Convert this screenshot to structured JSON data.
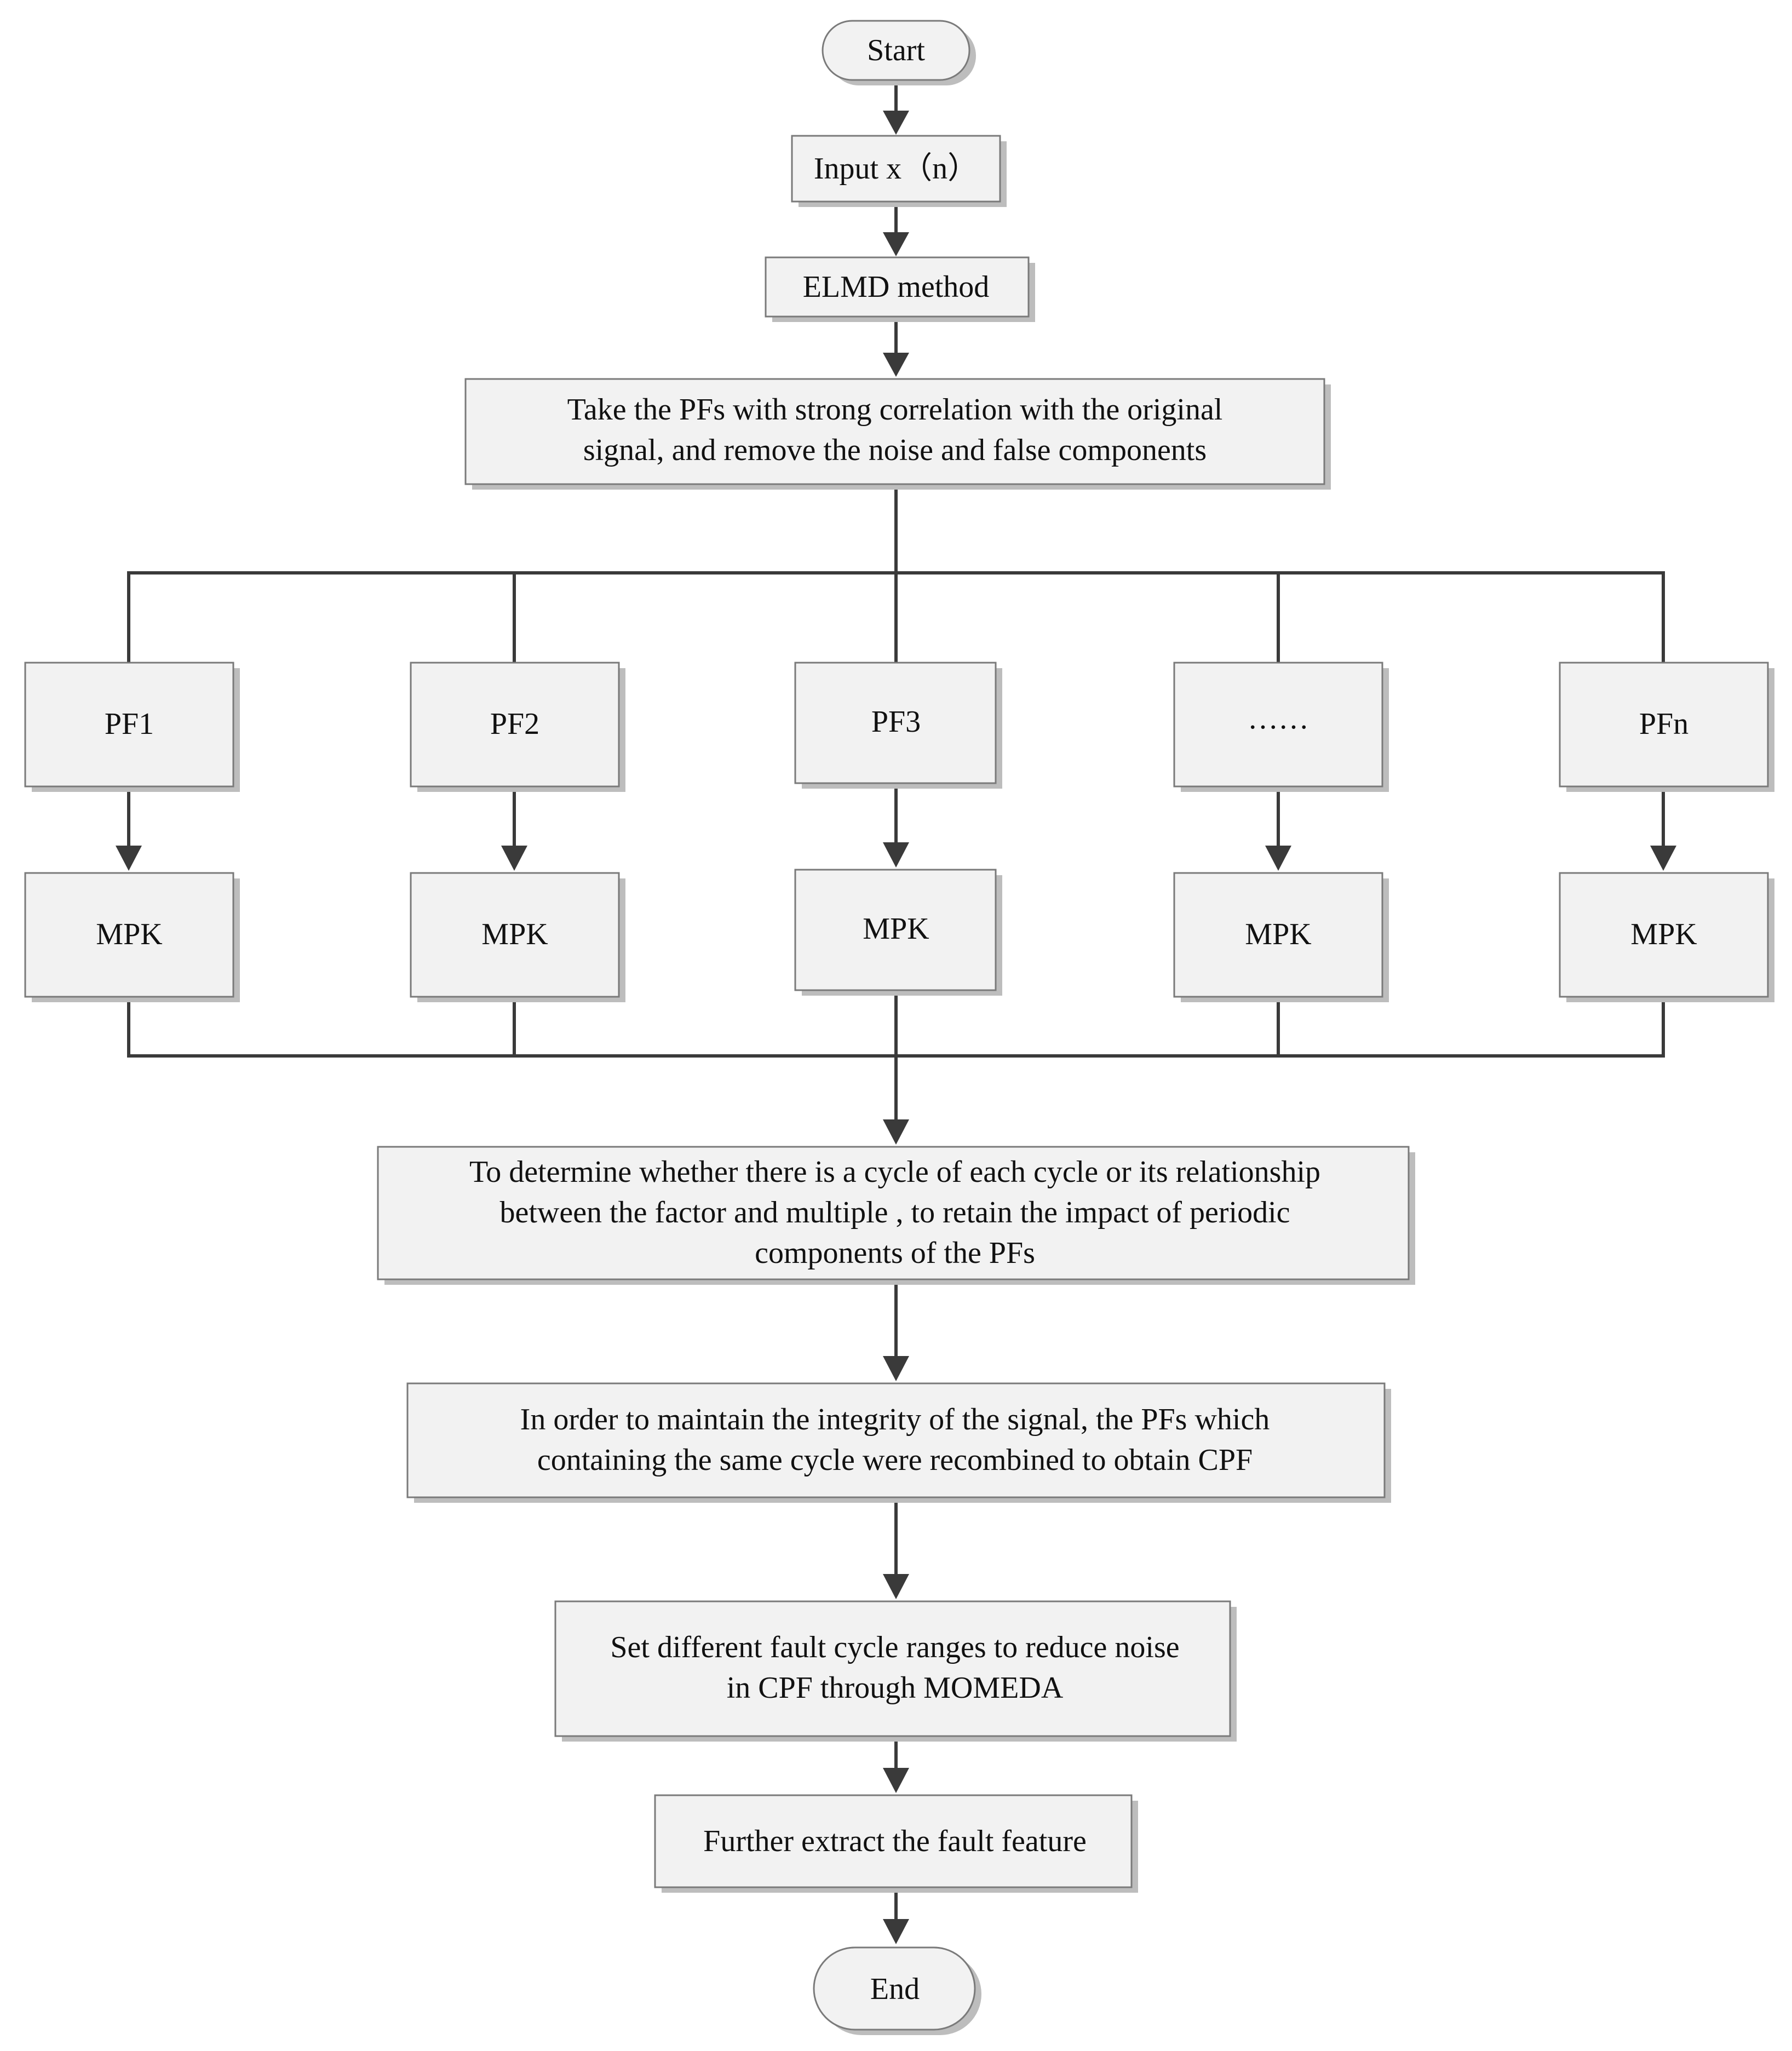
{
  "flowchart": {
    "start": "Start",
    "input": "Input x（n）",
    "elmd": "ELMD method",
    "select_pfs": [
      "Take the PFs with strong correlation with the original",
      "signal, and remove the noise and false components"
    ],
    "pf_branches": [
      {
        "pf": "PF1",
        "mpk": "MPK"
      },
      {
        "pf": "PF2",
        "mpk": "MPK"
      },
      {
        "pf": "PF3",
        "mpk": "MPK"
      },
      {
        "pf": "……",
        "mpk": "MPK"
      },
      {
        "pf": "PFn",
        "mpk": "MPK"
      }
    ],
    "determine_cycle": [
      "To determine whether there is a cycle of each cycle or its relationship",
      "between the factor and multiple , to retain the impact of periodic",
      "components of the PFs"
    ],
    "recombine": [
      "In order to maintain the integrity of the signal, the PFs which",
      "containing the same cycle were recombined to obtain CPF"
    ],
    "momeda": [
      "Set different fault cycle ranges to reduce noise",
      "in CPF through MOMEDA"
    ],
    "extract": "Further extract the fault feature",
    "end": "End"
  }
}
